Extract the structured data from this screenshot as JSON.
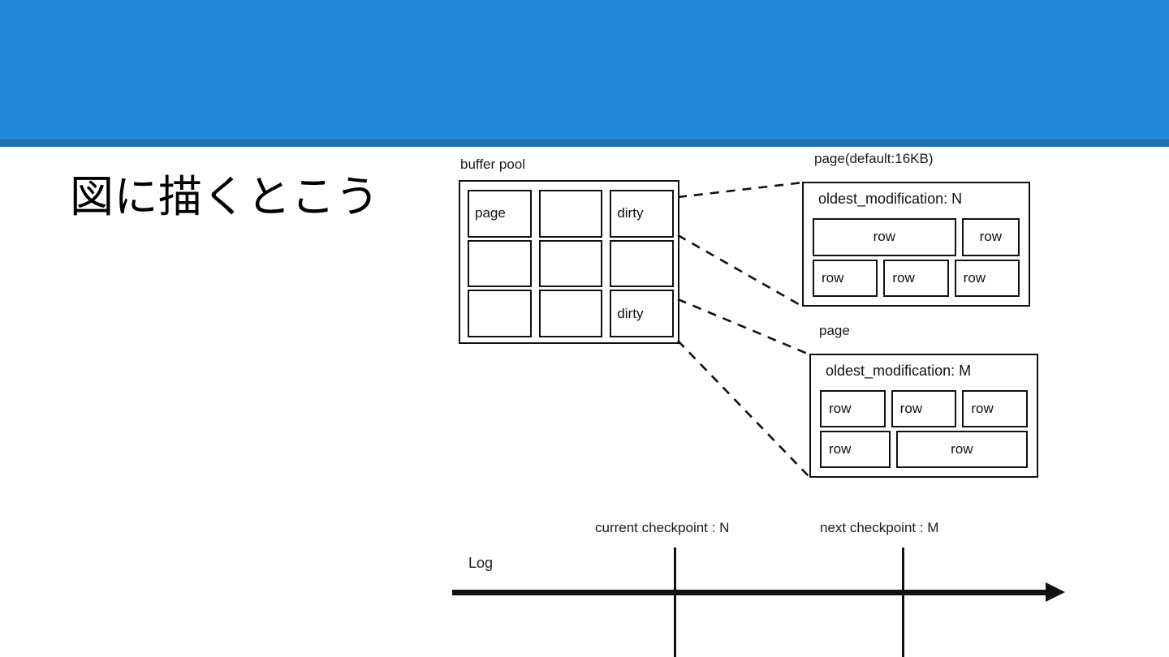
{
  "slide": {
    "title": "図に描くとこう",
    "header_color": "#2185D8",
    "header_rule_color": "#1E70B4",
    "background_color": "#FFFFFF",
    "ink_color": "#111111"
  },
  "buffer_pool": {
    "label": "buffer pool",
    "rows": 3,
    "cols": 3,
    "cells": [
      {
        "label": "page",
        "dirty": false
      },
      {
        "label": "",
        "dirty": false
      },
      {
        "label": "dirty",
        "dirty": true
      },
      {
        "label": "",
        "dirty": false
      },
      {
        "label": "",
        "dirty": false
      },
      {
        "label": "",
        "dirty": false
      },
      {
        "label": "",
        "dirty": false
      },
      {
        "label": "",
        "dirty": false
      },
      {
        "label": "dirty",
        "dirty": true
      }
    ]
  },
  "pages": [
    {
      "caption": "page(default:16KB)",
      "oldest_modification": "oldest_modification: N",
      "row_lines": [
        [
          {
            "text": "row",
            "align": "c",
            "flex": 3.2
          },
          {
            "text": "row",
            "align": "c",
            "flex": 1.25
          }
        ],
        [
          {
            "text": "row",
            "align": "l",
            "flex": 1
          },
          {
            "text": "row",
            "align": "l",
            "flex": 1
          },
          {
            "text": "row",
            "align": "l",
            "flex": 1
          }
        ]
      ]
    },
    {
      "caption": "page",
      "oldest_modification": "oldest_modification: M",
      "row_lines": [
        [
          {
            "text": "row",
            "align": "l",
            "flex": 1
          },
          {
            "text": "row",
            "align": "l",
            "flex": 1
          },
          {
            "text": "row",
            "align": "l",
            "flex": 1
          }
        ],
        [
          {
            "text": "row",
            "align": "l",
            "flex": 1
          },
          {
            "text": "row",
            "align": "c",
            "flex": 2.15
          }
        ]
      ]
    }
  ],
  "log": {
    "label": "Log",
    "checkpoints": [
      {
        "label": "current checkpoint : N"
      },
      {
        "label": "next checkpoint : M"
      }
    ]
  },
  "connectors": {
    "style": "dashed",
    "count": 4
  }
}
